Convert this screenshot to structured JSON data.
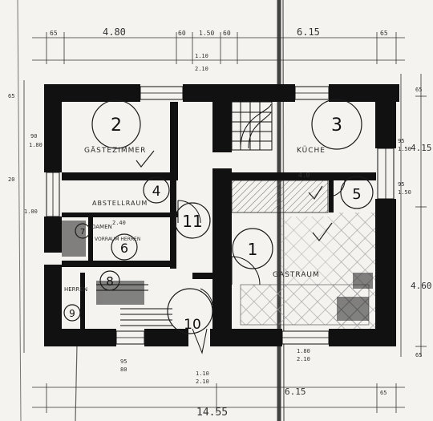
{
  "colors": {
    "paper": "#f4f3ef",
    "wall": "#111111",
    "line": "#222222",
    "hatch": "#555555",
    "circle": "#1a1a1a"
  },
  "rooms": [
    {
      "id": "r2",
      "number": "2",
      "name": "GÄSTEZIMMER"
    },
    {
      "id": "r3",
      "number": "3",
      "name": "KÜCHE"
    },
    {
      "id": "r4",
      "number": "4",
      "name": "ABSTELLRAUM"
    },
    {
      "id": "r5",
      "number": "5",
      "name": ""
    },
    {
      "id": "r6",
      "number": "6",
      "name": "VORRAUM HERREN"
    },
    {
      "id": "r7",
      "number": "7",
      "name": "DAMEN"
    },
    {
      "id": "r8",
      "number": "8",
      "name": "HERREN"
    },
    {
      "id": "r9",
      "number": "9",
      "name": ""
    },
    {
      "id": "r10",
      "number": "10",
      "name": ""
    },
    {
      "id": "r11",
      "number": "11",
      "name": ""
    },
    {
      "id": "r1",
      "number": "1",
      "name": "GASTRAUM"
    }
  ],
  "dimensions": {
    "top_left_small": "65",
    "top_left_span": "4.80",
    "top_mid_1": "60",
    "top_mid_2": "1.50",
    "top_mid_3": "60",
    "top_right_span": "6.15",
    "top_right_small": "65",
    "window_top_a": "1.10",
    "window_top_b": "2.10",
    "left_side_1": "65",
    "left_side_2": "90",
    "left_side_3": "1.80",
    "left_side_4": "20",
    "left_side_5": "1.00",
    "right_side_1": "65",
    "right_side_2": "4.15",
    "right_side_3": "95",
    "right_side_4": "1.50",
    "right_side_5": "95",
    "right_side_6": "1.50",
    "right_side_7": "4.60",
    "right_side_8": "65",
    "mid_wall": "4.0",
    "bottom_left_1": "95",
    "bottom_left_2": "80",
    "bottom_door_a": "1.10",
    "bottom_door_b": "2.10",
    "bottom_win_a": "1.80",
    "bottom_win_b": "2.10",
    "bottom_right_span": "6.15",
    "bottom_right_small": "65",
    "total_width": "14.55",
    "damen_area": "2.40"
  }
}
